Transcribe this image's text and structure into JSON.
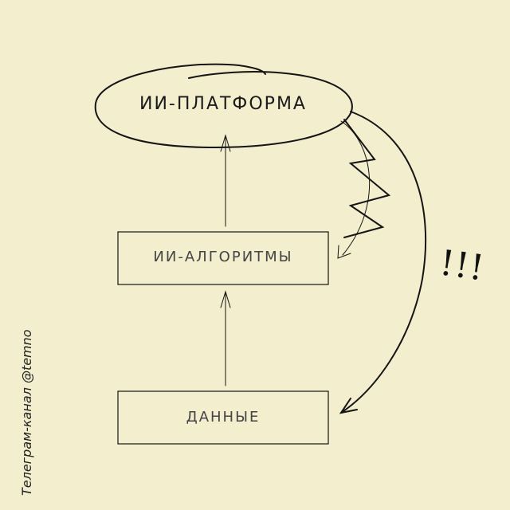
{
  "nodes": {
    "platform": "ИИ-ПЛАТФОРМА",
    "algorithms": "ИИ-АЛГОРИТМЫ",
    "data": "ДАННЫЕ"
  },
  "exclamation": "!!!",
  "credit": "Телеграм-канал @temno"
}
